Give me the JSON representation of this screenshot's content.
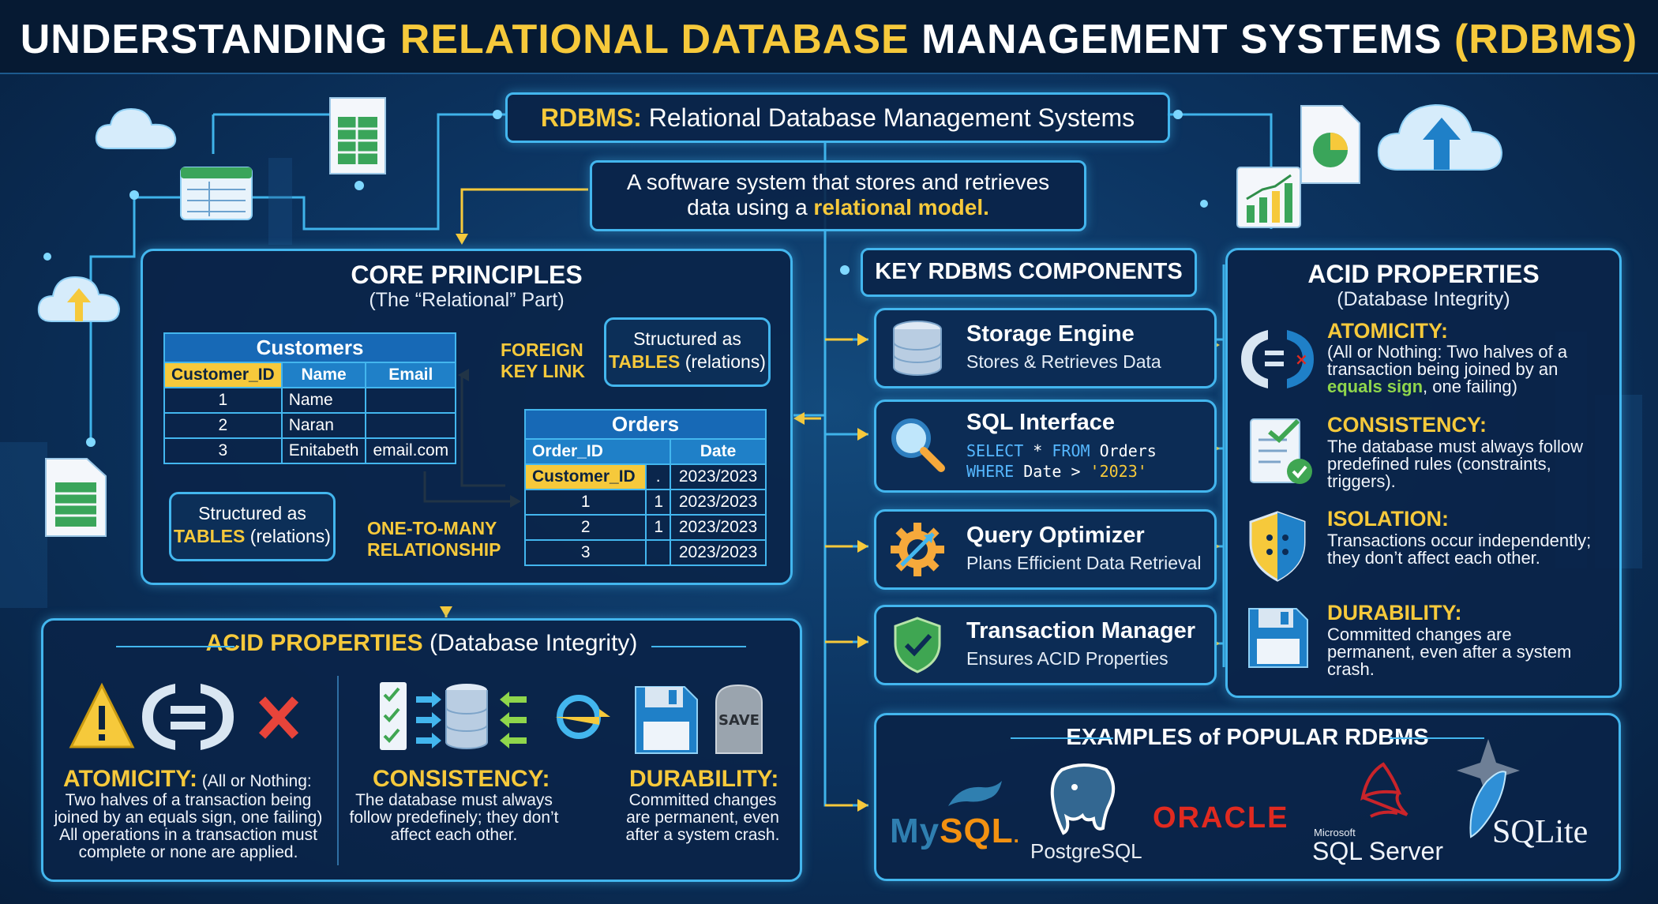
{
  "header": {
    "title_part1": "UNDERSTANDING ",
    "title_part2": "RELATIONAL DATABASE",
    "title_part3": " MANAGEMENT SYSTEMS ",
    "title_part4": "(RDBMS)"
  },
  "definition": {
    "abbr": "RDBMS:",
    "full": " Relational Database Management Systems",
    "desc_line1": "A software system that stores and retrieves",
    "desc_line2_a": "data using a ",
    "desc_line2_b": "relational model."
  },
  "core": {
    "title": "CORE PRINCIPLES",
    "subtitle": "(The “Relational” Part)",
    "customers": {
      "caption": "Customers",
      "headers": [
        "Customer_ID",
        "Name",
        "Email"
      ],
      "rows": [
        [
          "1",
          "Name",
          ""
        ],
        [
          "2",
          "Naran",
          ""
        ],
        [
          "3",
          "Enitabeth",
          "email.com"
        ]
      ]
    },
    "orders": {
      "caption": "Orders",
      "headers": [
        "Order_ID",
        "Date"
      ],
      "fk_row": [
        "Customer_ID",
        ".",
        "2023/2023"
      ],
      "rows": [
        [
          "1",
          "1",
          "2023/2023"
        ],
        [
          "2",
          "1",
          "2023/2023"
        ],
        [
          "3",
          "",
          "2023/2023"
        ]
      ]
    },
    "note1_line1": "Structured as",
    "note1_line2a": "TABLES",
    "note1_line2b": " (relations)",
    "note2_line1": "Structured as",
    "note2_line2a": "TABLES",
    "note2_line2b": " (relations)",
    "fk_line1": "FOREIGN",
    "fk_line2": "KEY LINK",
    "otm_line1": "ONE-TO-MANY",
    "otm_line2": "RELATIONSHIP"
  },
  "components": {
    "title": "KEY RDBMS COMPONENTS",
    "items": [
      {
        "title": "Storage Engine",
        "desc": "Stores & Retrieves Data",
        "icon": "database-icon"
      },
      {
        "title": "SQL Interface",
        "code1_kw1": "SELECT",
        "code1_mid": " * ",
        "code1_kw2": "FROM",
        "code1_rest": " Orders",
        "code2_kw": "WHERE",
        "code2_mid": " Date > ",
        "code2_str": "'2023'",
        "icon": "magnifier-icon"
      },
      {
        "title": "Query Optimizer",
        "desc": "Plans Efficient Data Retrieval",
        "icon": "gear-icon"
      },
      {
        "title": "Transaction Manager",
        "desc": "Ensures ACID Properties",
        "icon": "shield-icon"
      }
    ]
  },
  "acid_right": {
    "title": "ACID PROPERTIES",
    "subtitle": "(Database Integrity)",
    "atomicity_h": "ATOMICITY:",
    "atomicity_t1": "(All or Nothing: Two halves of a transaction being joined by an ",
    "atomicity_t2": "equals sign",
    "atomicity_t3": ", one failing)",
    "consistency_h": "CONSISTENCY:",
    "consistency_t": "The database must always follow predefined rules (constraints, triggers).",
    "isolation_h": "ISOLATION:",
    "isolation_t": "Transactions occur independently; they don’t affect each other.",
    "durability_h": "DURABILITY:",
    "durability_t": "Committed changes are permanent, even after a system crash."
  },
  "acid_bottom": {
    "title_a": "ACID PROPERTIES",
    "title_b": " (Database Integrity)",
    "atomicity_h": "ATOMICITY:",
    "atomicity_h2": " (All or Nothing:",
    "atomicity_t": "Two halves of a transaction being joined by an equals sign, one failing) All operations in a transaction must complete or none are applied.",
    "consistency_h": "CONSISTENCY:",
    "consistency_t": "The database must always follow predefinely; they don’t affect each other.",
    "durability_h": "DURABILITY:",
    "durability_t": "Committed changes are permanent, even after a system crash.",
    "save_label": "SAVE"
  },
  "examples": {
    "title": "EXAMPLES of POPULAR RDBMS",
    "mysql_a": "My",
    "mysql_b": "SQL",
    "mysql_c": ".",
    "postgres": "PostgreSQL",
    "oracle": "ORACLE",
    "sqlserver_small": "Microsoft",
    "sqlserver": "SQL Server",
    "sqlite": "SQLite"
  },
  "colors": {
    "accent_yellow": "#f6c93b",
    "accent_cyan": "#43b6ee",
    "background": "#0c3461",
    "oracle_red": "#e02a20",
    "mysql_blue": "#2f7fb0",
    "mysql_orange": "#f29111"
  }
}
